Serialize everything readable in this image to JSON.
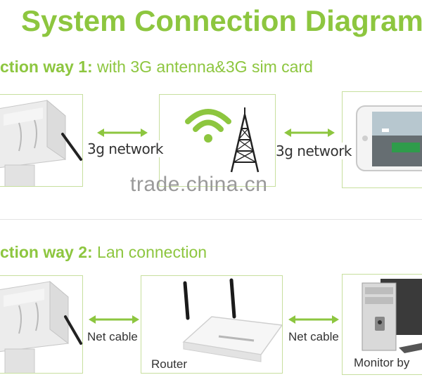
{
  "title": "System Connection Diagram",
  "watermark": "trade.china.cn",
  "way1": {
    "heading_strong": "ction way 1:",
    "heading_rest": " with 3G antenna&3G sim card",
    "label_left": "3g network",
    "label_right": "3g network"
  },
  "way2": {
    "heading_strong": "ction way 2:",
    "heading_rest": " Lan connection",
    "label_left": "Net cable",
    "label_right": "Net cable",
    "router_label": "Router",
    "monitor_label": "Monitor by"
  },
  "colors": {
    "accent": "#8dc63f",
    "box_border": "#c7df9e",
    "arrow": "#8dc63f"
  },
  "icons": [
    "camera-icon",
    "wifi-icon",
    "cell-tower-icon",
    "smartphone-icon",
    "router-icon",
    "computer-icon"
  ]
}
